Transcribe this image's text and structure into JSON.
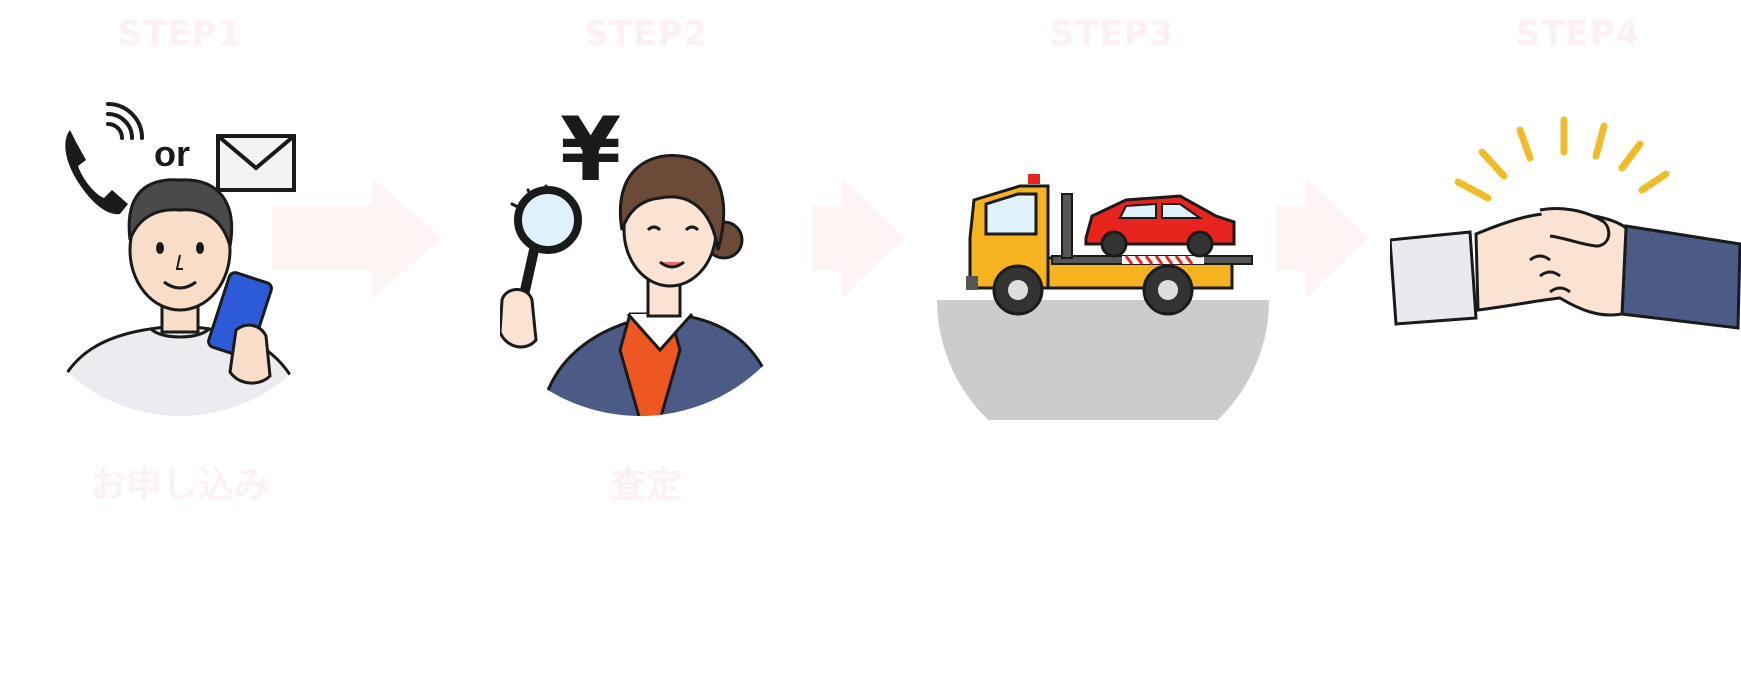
{
  "steps": [
    {
      "label": "STEP1",
      "title": "お申し込み",
      "or_text": "or",
      "icons": [
        "phone-icon",
        "mail-icon",
        "smartphone-icon"
      ]
    },
    {
      "label": "STEP2",
      "title": "査定",
      "yen_symbol": "¥",
      "icons": [
        "magnifier-icon"
      ]
    },
    {
      "label": "STEP3",
      "title": "",
      "icons": [
        "tow-truck-icon",
        "car-icon"
      ]
    },
    {
      "label": "STEP4",
      "title": "",
      "icons": [
        "handshake-icon"
      ]
    }
  ],
  "colors": {
    "arrow": "#fdf4f3",
    "faint_text": "#fdf0f0",
    "truck_body": "#f5b320",
    "car": "#e8241f",
    "ground": "#cccccc",
    "suit": "#4c5a86",
    "scarf": "#ee5622",
    "phone_blue": "#2d5bd8",
    "spark": "#f1bc2c"
  }
}
